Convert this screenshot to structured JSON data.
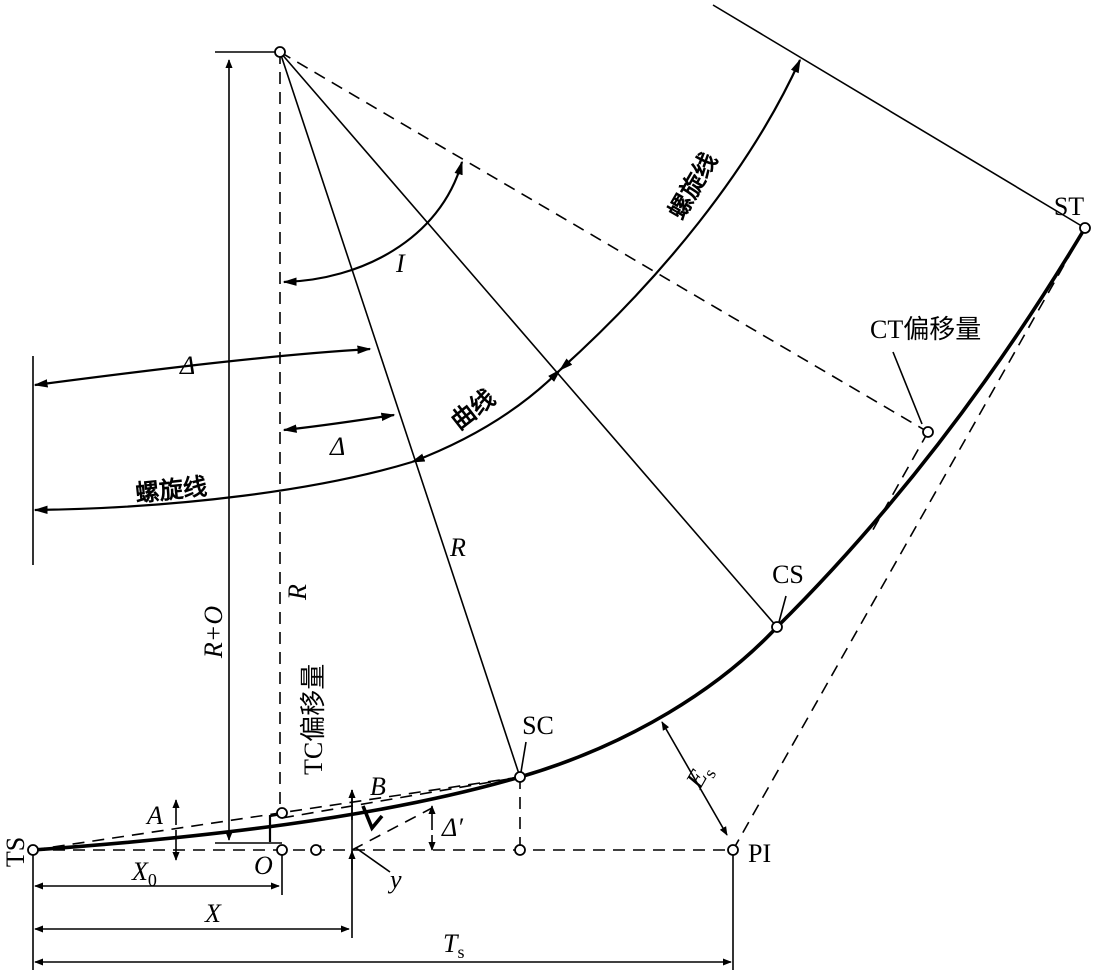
{
  "points": {
    "ts": "TS",
    "st": "ST",
    "sc": "SC",
    "cs": "CS",
    "pi": "PI",
    "origin": "O"
  },
  "offsets": {
    "tc_offset": "TC偏移量",
    "ct_offset": "CT偏移量"
  },
  "arcs": {
    "spiral": "螺旋线",
    "curve": "曲线"
  },
  "symbols": {
    "angle_i": "I",
    "delta": "Δ",
    "delta_prime": "Δ′",
    "radius": "R",
    "r_plus_o": "R+O",
    "a": "A",
    "b": "B",
    "y": "y",
    "x": "X",
    "x0": "X",
    "x0_sub": "0",
    "ts_len": "T",
    "ts_len_sub": "s",
    "es": "E",
    "es_sub": "s"
  }
}
